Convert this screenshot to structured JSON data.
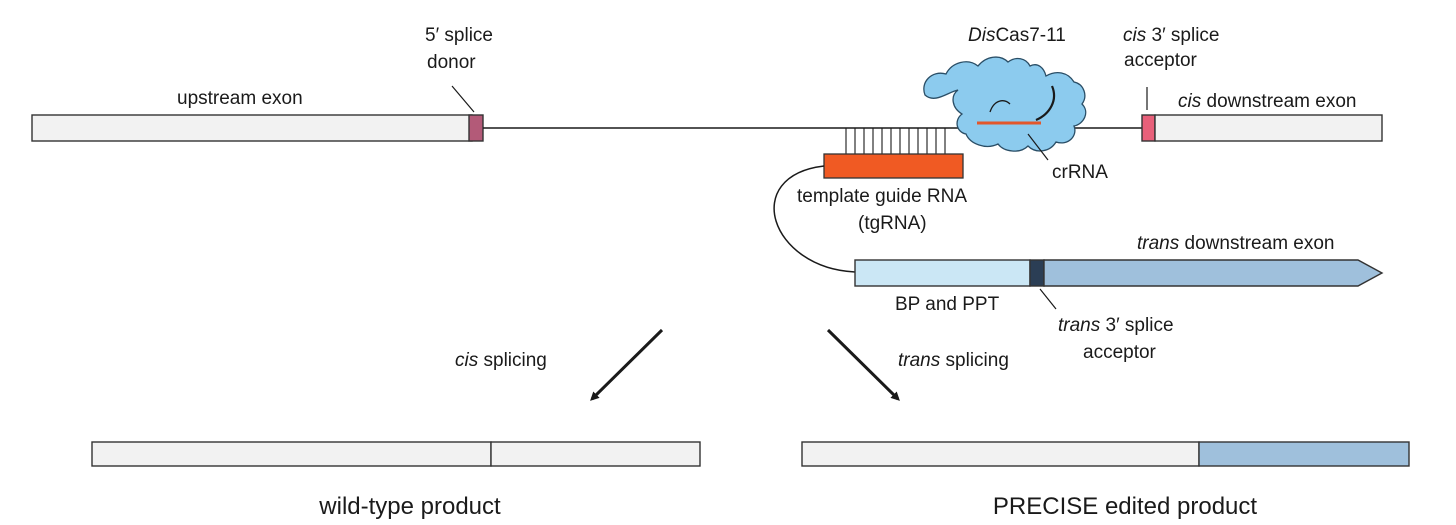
{
  "labels": {
    "five_splice_line1": "5′ splice",
    "five_splice_line2": "donor",
    "upstream_exon": "upstream exon",
    "discas_italic": "Dis",
    "discas_rest": "Cas7-11",
    "cis_acceptor_italic": "cis",
    "cis_acceptor_rest": " 3′ splice",
    "cis_acceptor_line2": "acceptor",
    "cis_downstream_italic": "cis",
    "cis_downstream_rest": " downstream exon",
    "crrna": "crRNA",
    "tgrna_line1": "template guide RNA",
    "tgrna_line2": "(tgRNA)",
    "trans_downstream_italic": "trans",
    "trans_downstream_rest": " downstream exon",
    "bp_ppt": "BP and PPT",
    "trans_acceptor_italic": "trans",
    "trans_acceptor_rest": " 3′ splice",
    "trans_acceptor_line2": "acceptor",
    "cis_splicing_italic": "cis",
    "cis_splicing_rest": " splicing",
    "trans_splicing_italic": "trans",
    "trans_splicing_rest": " splicing",
    "wild_type_product": "wild-type product",
    "precise_product": "PRECISE edited product"
  },
  "colors": {
    "exon_fill": "#f2f2f2",
    "outline": "#333333",
    "five_splice_donor": "#b35a78",
    "cis_acceptor": "#e8607a",
    "cas_protein": "#8ccbee",
    "cas_outline": "#2a4e66",
    "crrna_stripe": "#e2572c",
    "tgrna_bar": "#f05a23",
    "bp_ppt_fill": "#cbe7f5",
    "trans_acceptor": "#2b3e55",
    "trans_exon": "#9fc0dc",
    "edited_segment": "#9fc0dc"
  }
}
